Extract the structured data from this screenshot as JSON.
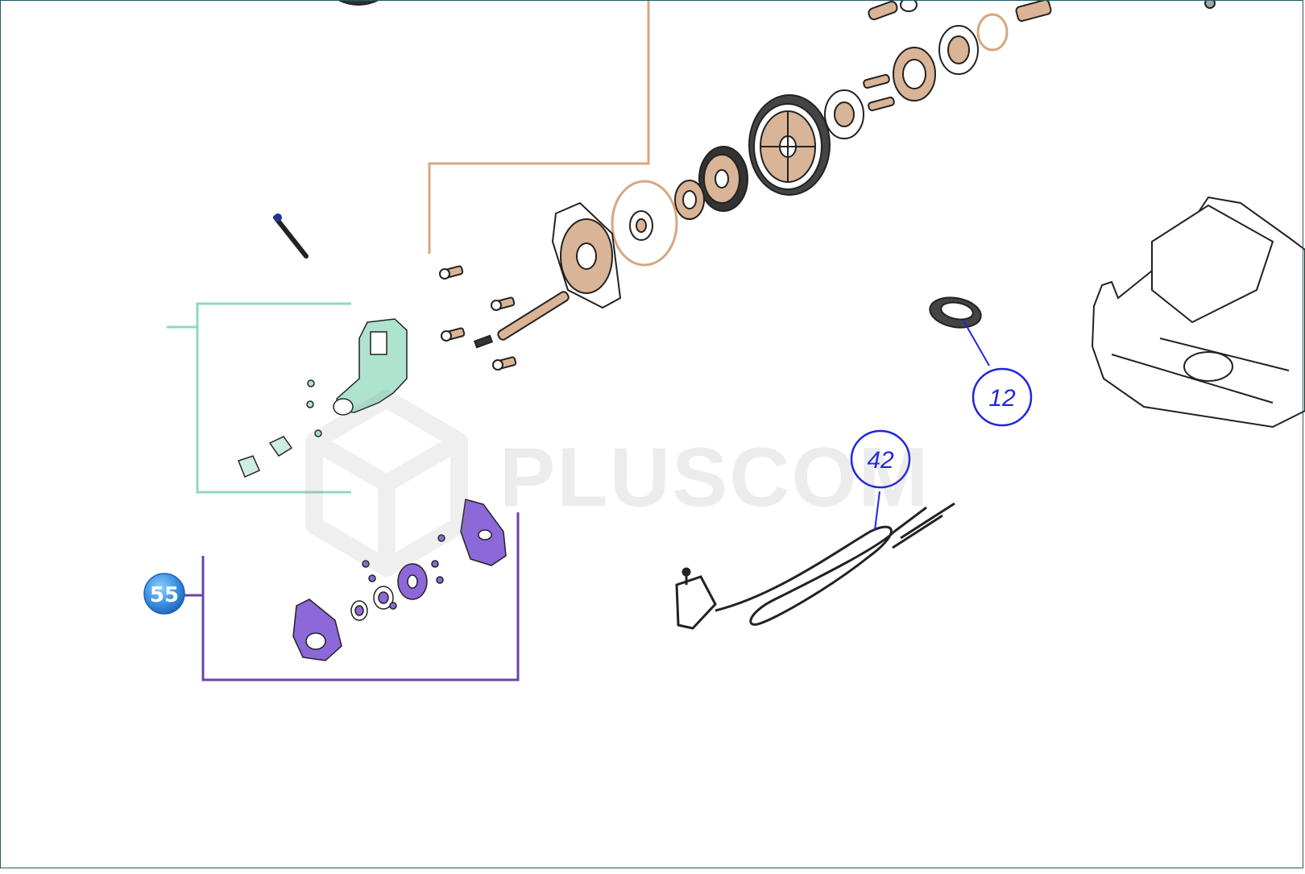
{
  "diagram": {
    "callouts": [
      {
        "id": "12",
        "label": "12"
      },
      {
        "id": "42",
        "label": "42"
      }
    ],
    "badge": {
      "label": "55"
    },
    "watermark": {
      "text": "PLUSCOM"
    },
    "colors": {
      "frame": "#1f5e66",
      "orange_group": "#d9a57f",
      "green_group": "#8fd9c0",
      "purple_group": "#6a44a8",
      "callout_blue": "#1f25e0",
      "badge_blue": "#3a8fe0",
      "part_tan": "#d9b496",
      "part_green": "#aee3cf",
      "part_purple": "#8c68d8",
      "line_dark": "#222222"
    }
  }
}
